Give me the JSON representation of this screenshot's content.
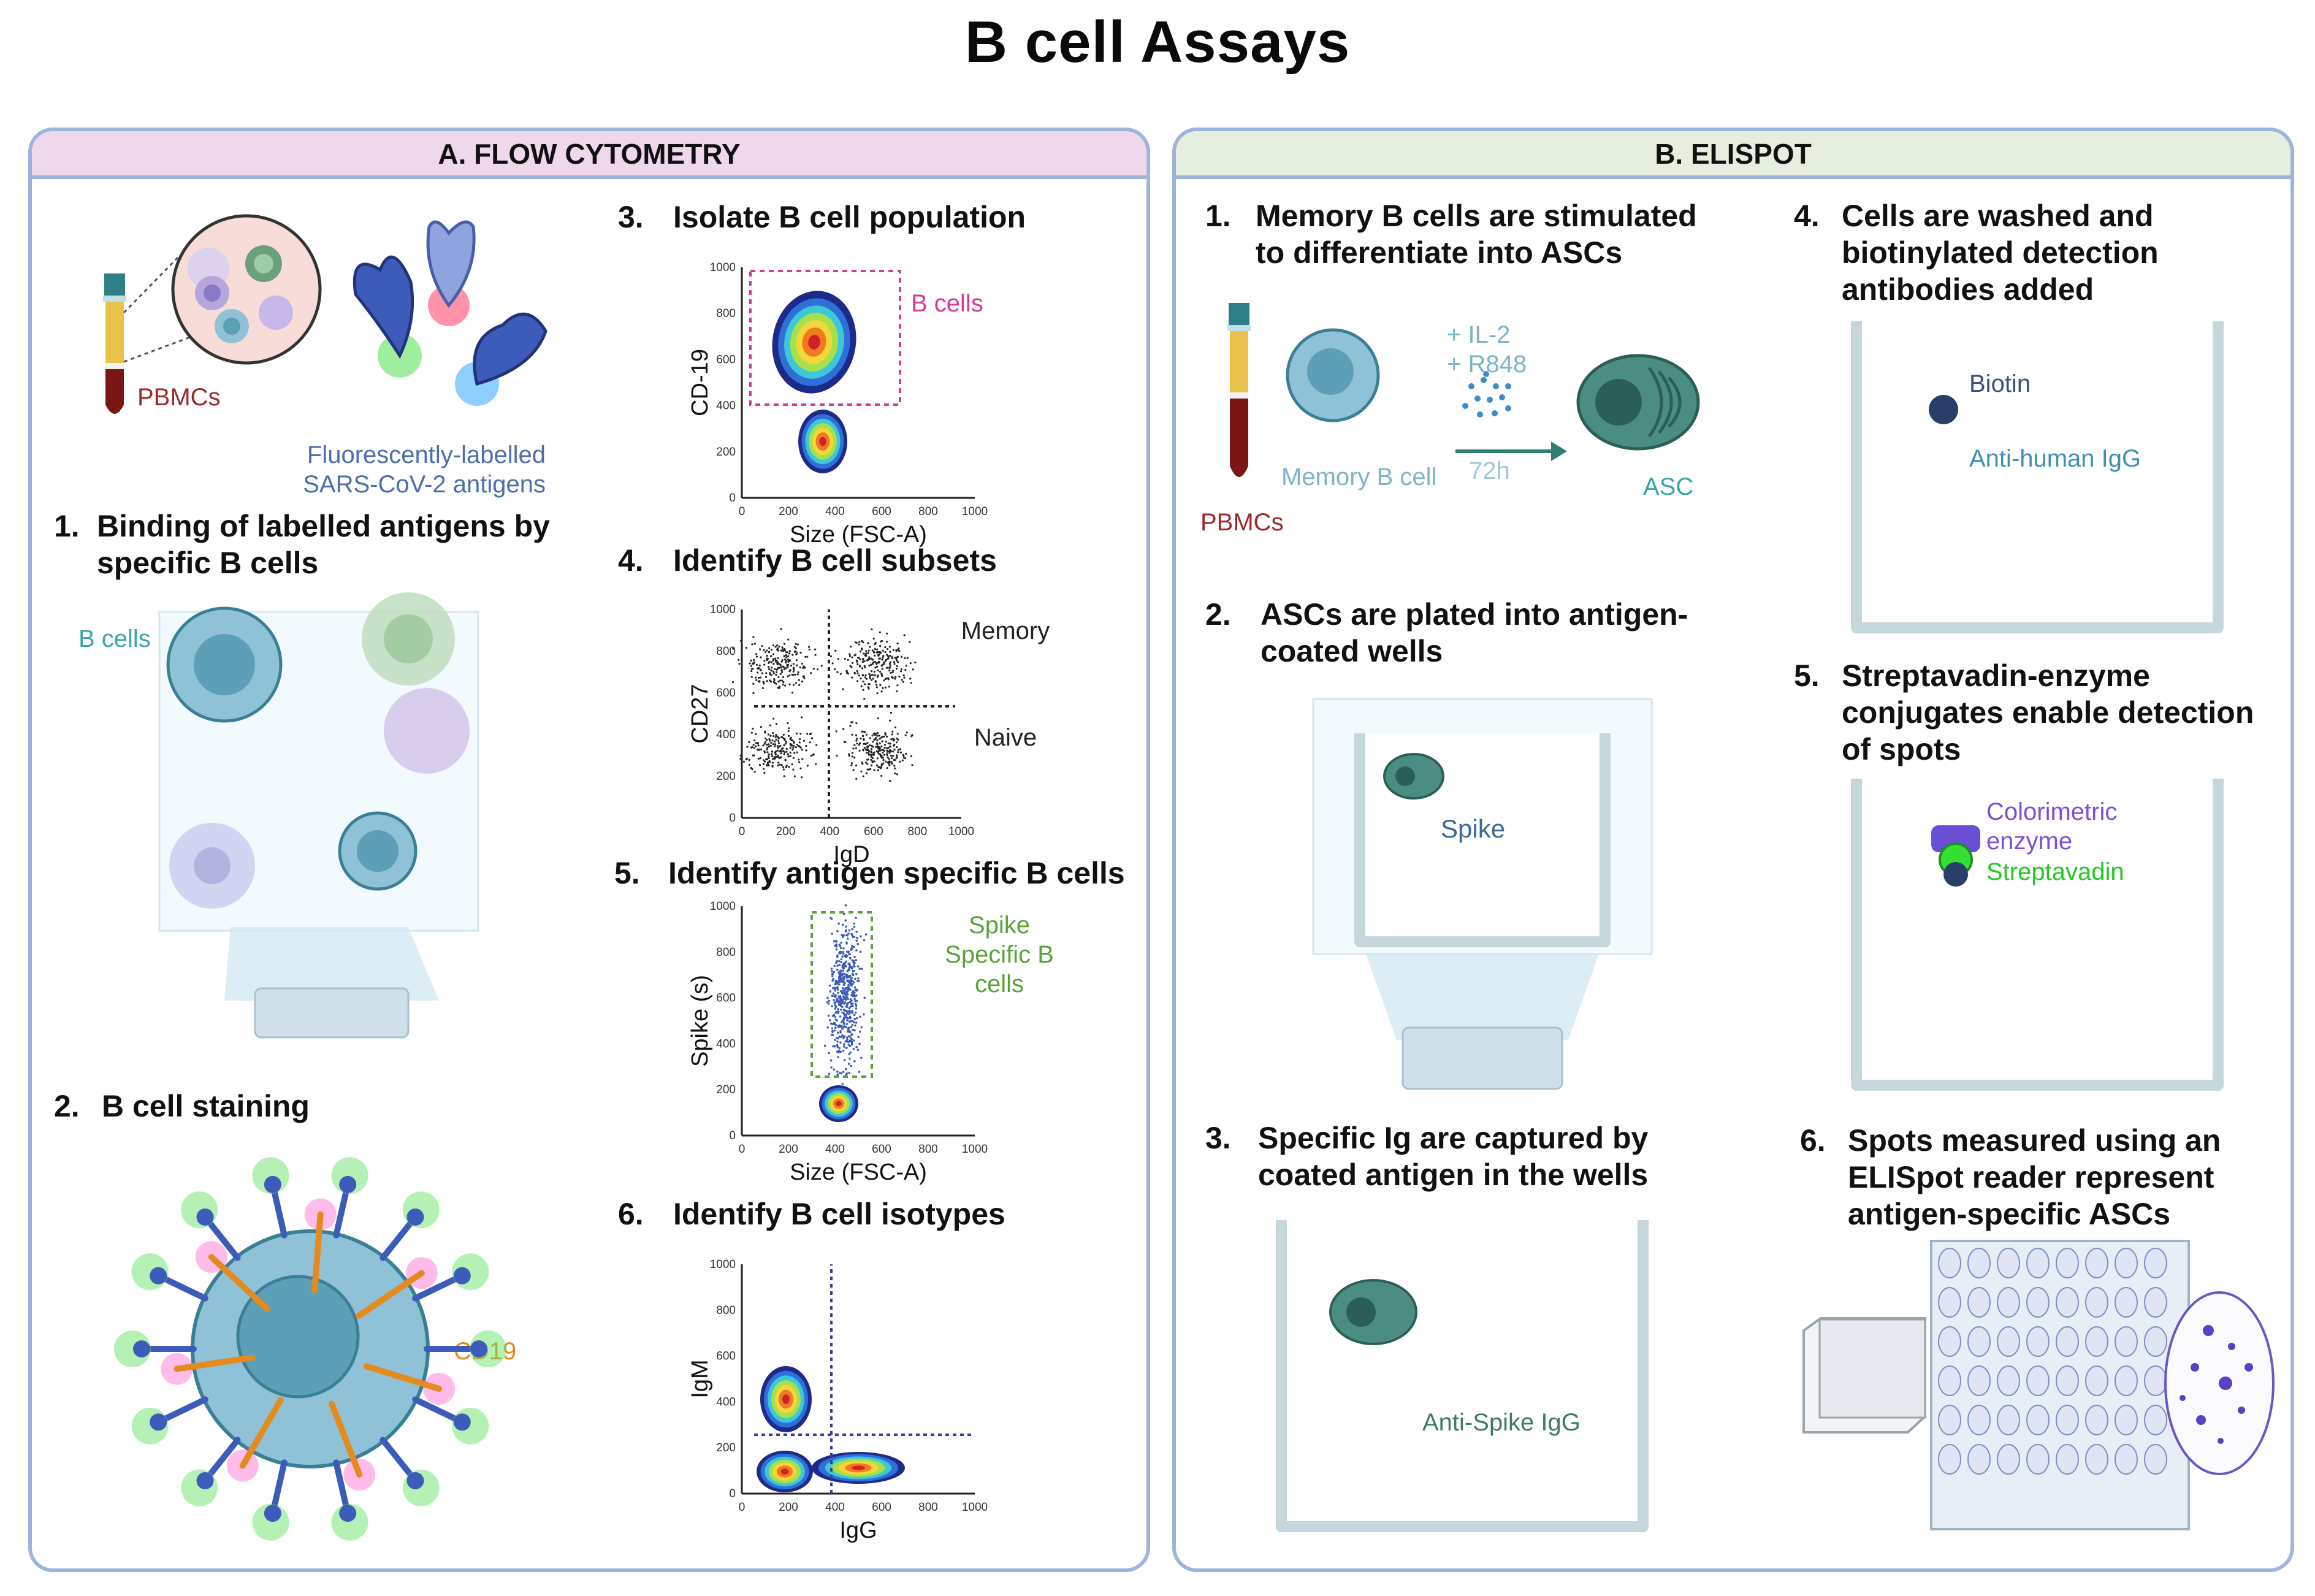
{
  "title": "B cell Assays",
  "panels": {
    "flow": {
      "heading": "A. FLOW CYTOMETRY"
    },
    "elispot": {
      "heading": "B. ELISPOT"
    }
  },
  "colors": {
    "flow_header": "#efd8ec",
    "elispot_header": "#e6efdf",
    "border": "#9fb4dd",
    "cell": "#8fc2d6",
    "asc": "#4b8d83",
    "magenta": "#d5379b",
    "green": "#5aa33a",
    "orange": "#e48a1f",
    "purple": "#8a4fd6",
    "navy": "#3d3b8e"
  },
  "flow": {
    "s1": {
      "num": "1.",
      "text": "Binding of labelled antigens by\nspecific B cells"
    },
    "s2": {
      "num": "2.",
      "text": "B cell staining"
    },
    "s3": {
      "num": "3.",
      "text": "Isolate B cell population"
    },
    "s4": {
      "num": "4.",
      "text": "Identify B cell subsets"
    },
    "s5": {
      "num": "5.",
      "text": "Identify antigen specific B cells"
    },
    "s6": {
      "num": "6.",
      "text": "Identify B cell isotypes"
    },
    "pbmcs": "PBMCs",
    "antigens_label": "Fluorescently-labelled\nSARS-CoV-2 antigens",
    "bcells_label": "B cells",
    "cd19_label": "CD19"
  },
  "plots": {
    "p3": {
      "ylabel": "CD-19",
      "xlabel": "Size (FSC-A)",
      "gate": "B cells"
    },
    "p4": {
      "ylabel": "CD27",
      "xlabel": "IgD",
      "q_top": "Memory",
      "q_bottom": "Naive"
    },
    "p5": {
      "ylabel": "Spike (s)",
      "xlabel": "Size (FSC-A)",
      "gate": "Spike\nSpecific B\ncells"
    },
    "p6": {
      "ylabel": "IgM",
      "xlabel": "IgG"
    },
    "ticks_y": [
      "1000",
      "800",
      "600",
      "400",
      "200",
      "0"
    ],
    "ticks_x": [
      "0",
      "200",
      "400",
      "600",
      "800",
      "1000"
    ]
  },
  "elispot": {
    "s1": {
      "num": "1.",
      "text": "Memory B cells are stimulated\nto differentiate into ASCs"
    },
    "s2": {
      "num": "2.",
      "text": "ASCs are plated into antigen-\ncoated wells"
    },
    "s3": {
      "num": "3.",
      "text": "Specific Ig are captured by\ncoated antigen in the wells"
    },
    "s4": {
      "num": "4.",
      "text": "Cells are washed and\nbiotinylated detection\nantibodies added"
    },
    "s5": {
      "num": "5.",
      "text": "Streptavadin-enzyme\nconjugates enable detection\nof spots"
    },
    "s6": {
      "num": "6.",
      "text": "Spots measured using an\nELISpot reader represent\nantigen-specific ASCs"
    },
    "pbmcs": "PBMCs",
    "memory_b_cell": "Memory B cell",
    "stim": "+ IL-2\n+ R848",
    "time": "72h",
    "asc": "ASC",
    "spike": "Spike",
    "anti_spike": "Anti-Spike IgG",
    "biotin": "Biotin",
    "anti_human": "Anti-human IgG",
    "enzyme": "Colorimetric\nenzyme",
    "streptavadin": "Streptavadin"
  }
}
